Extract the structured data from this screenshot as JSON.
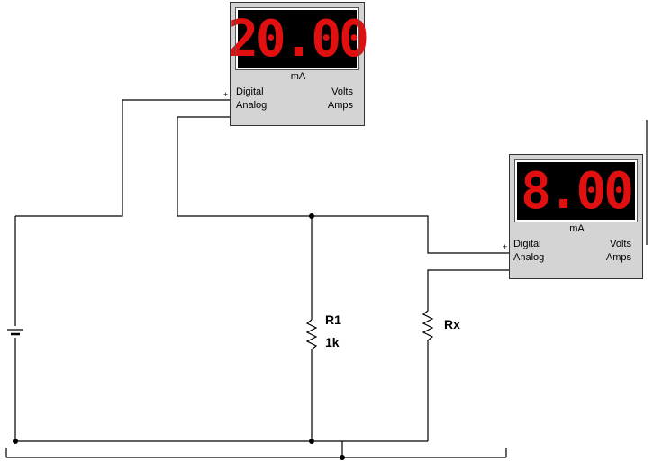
{
  "meters": [
    {
      "reading": "20.00",
      "unit": "mA",
      "mode_top": "Digital",
      "mode_bottom": "Analog",
      "type_top": "Volts",
      "type_bottom": "Amps"
    },
    {
      "reading": "8.00",
      "unit": "mA",
      "mode_top": "Digital",
      "mode_bottom": "Analog",
      "type_top": "Volts",
      "type_bottom": "Amps"
    }
  ],
  "components": {
    "r1_name": "R1",
    "r1_value": "1k",
    "rx_name": "Rx"
  },
  "colors": {
    "display_bg": "#000000",
    "digit": "#e01010",
    "meter_body": "#d4d4d4",
    "wire": "#000000"
  }
}
